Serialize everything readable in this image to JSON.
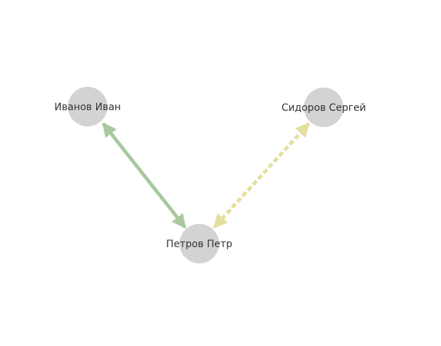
{
  "diagram": {
    "nodes": [
      {
        "id": "ivanov",
        "label": "Иванов Иван"
      },
      {
        "id": "sidorov",
        "label": "Сидоров Сергей"
      },
      {
        "id": "petrov",
        "label": "Петров Петр"
      }
    ],
    "edges": [
      {
        "from": "ivanov",
        "to": "petrov",
        "style": "solid",
        "direction": "both",
        "color": "#a8c8a0"
      },
      {
        "from": "sidorov",
        "to": "petrov",
        "style": "dashed",
        "direction": "both",
        "color": "#e4df9e"
      }
    ],
    "colors": {
      "node_fill": "#d3d3d3",
      "label": "#333333",
      "background": "#ffffff"
    }
  }
}
